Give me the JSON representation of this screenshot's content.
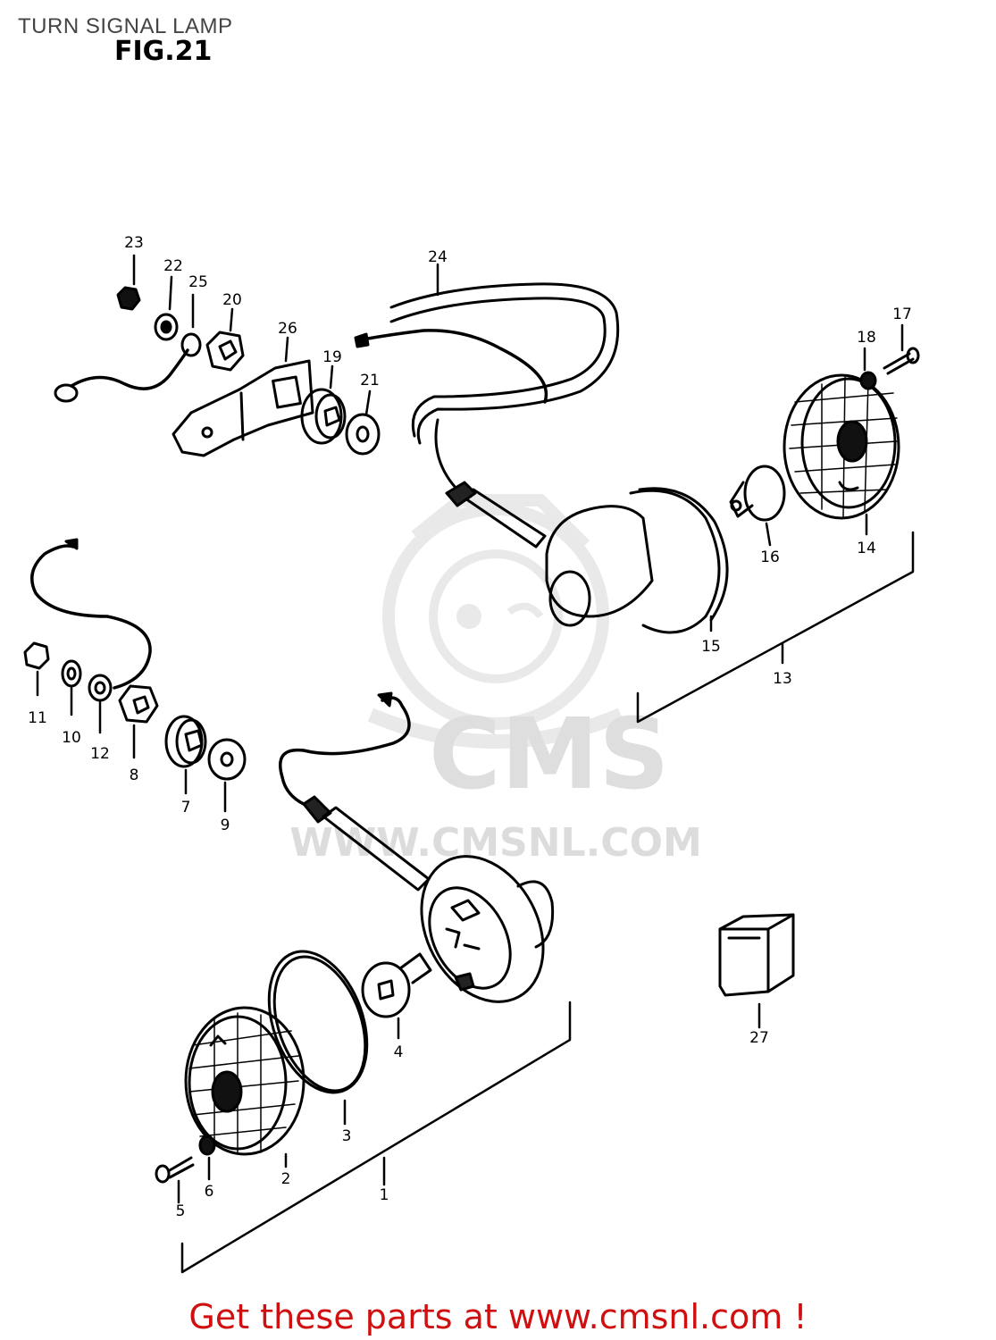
{
  "page": {
    "title": "TURN SIGNAL LAMP",
    "figure": "FIG.21",
    "footer": "Get these parts at www.cmsnl.com !"
  },
  "watermark": {
    "brand": "CMS",
    "site": "WWW.CMSNL.COM"
  },
  "callouts": {
    "c1": "1",
    "c2": "2",
    "c3": "3",
    "c4": "4",
    "c5": "5",
    "c6": "6",
    "c7": "7",
    "c8": "8",
    "c9": "9",
    "c10": "10",
    "c11": "11",
    "c12": "12",
    "c13": "13",
    "c14": "14",
    "c15": "15",
    "c16": "16",
    "c17": "17",
    "c18": "18",
    "c19": "19",
    "c20": "20",
    "c21": "21",
    "c22": "22",
    "c23": "23",
    "c24": "24",
    "c25": "25",
    "c26": "26",
    "c27": "27"
  },
  "colors": {
    "footer_link": "#d01010",
    "watermark": "#dcdcdc",
    "line": "#000000"
  }
}
